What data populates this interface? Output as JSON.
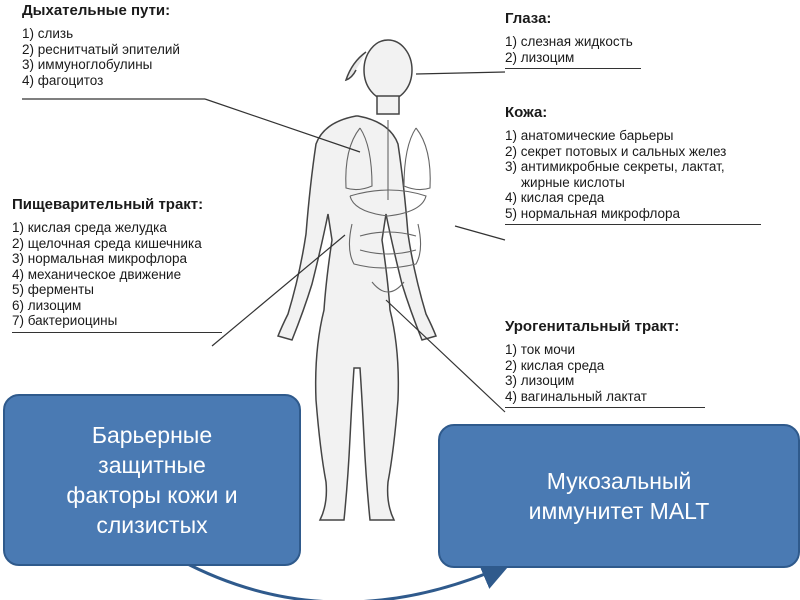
{
  "respiratory": {
    "title": "Дыхательные пути:",
    "items": [
      "1) слизь",
      "2) реснитчатый эпителий",
      "3) иммуноглобулины",
      "4) фагоцитоз"
    ]
  },
  "eyes": {
    "title": "Глаза:",
    "items": [
      "1) слезная жидкость",
      "2) лизоцим"
    ]
  },
  "skin": {
    "title": "Кожа:",
    "items": [
      "1) анатомические барьеры",
      "2) секрет потовых и сальных желез",
      "3) антимикробные секреты, лактат,",
      "жирные кислоты",
      "4) кислая среда",
      "5) нормальная микрофлора"
    ]
  },
  "digestive": {
    "title": "Пищеварительный тракт:",
    "items": [
      "1) кислая среда желудка",
      "2) щелочная среда кишечника",
      "3) нормальная микрофлора",
      "4) механическое движение",
      "5) ферменты",
      "6) лизоцим",
      "7) бактериоцины"
    ]
  },
  "urogenital": {
    "title": "Урогенитальный тракт:",
    "items": [
      "1) ток мочи",
      "2) кислая среда",
      "3) лизоцим",
      "4) вагинальный лактат"
    ]
  },
  "boxes": {
    "left": "Барьерные\nзащитные\nфакторы кожи и\nслизистых",
    "right": "Мукозальный\nиммунитет MALT"
  },
  "colors": {
    "box_fill": "#4a7ab3",
    "box_border": "#2f5a8c",
    "arrow": "#2f5a8c"
  }
}
